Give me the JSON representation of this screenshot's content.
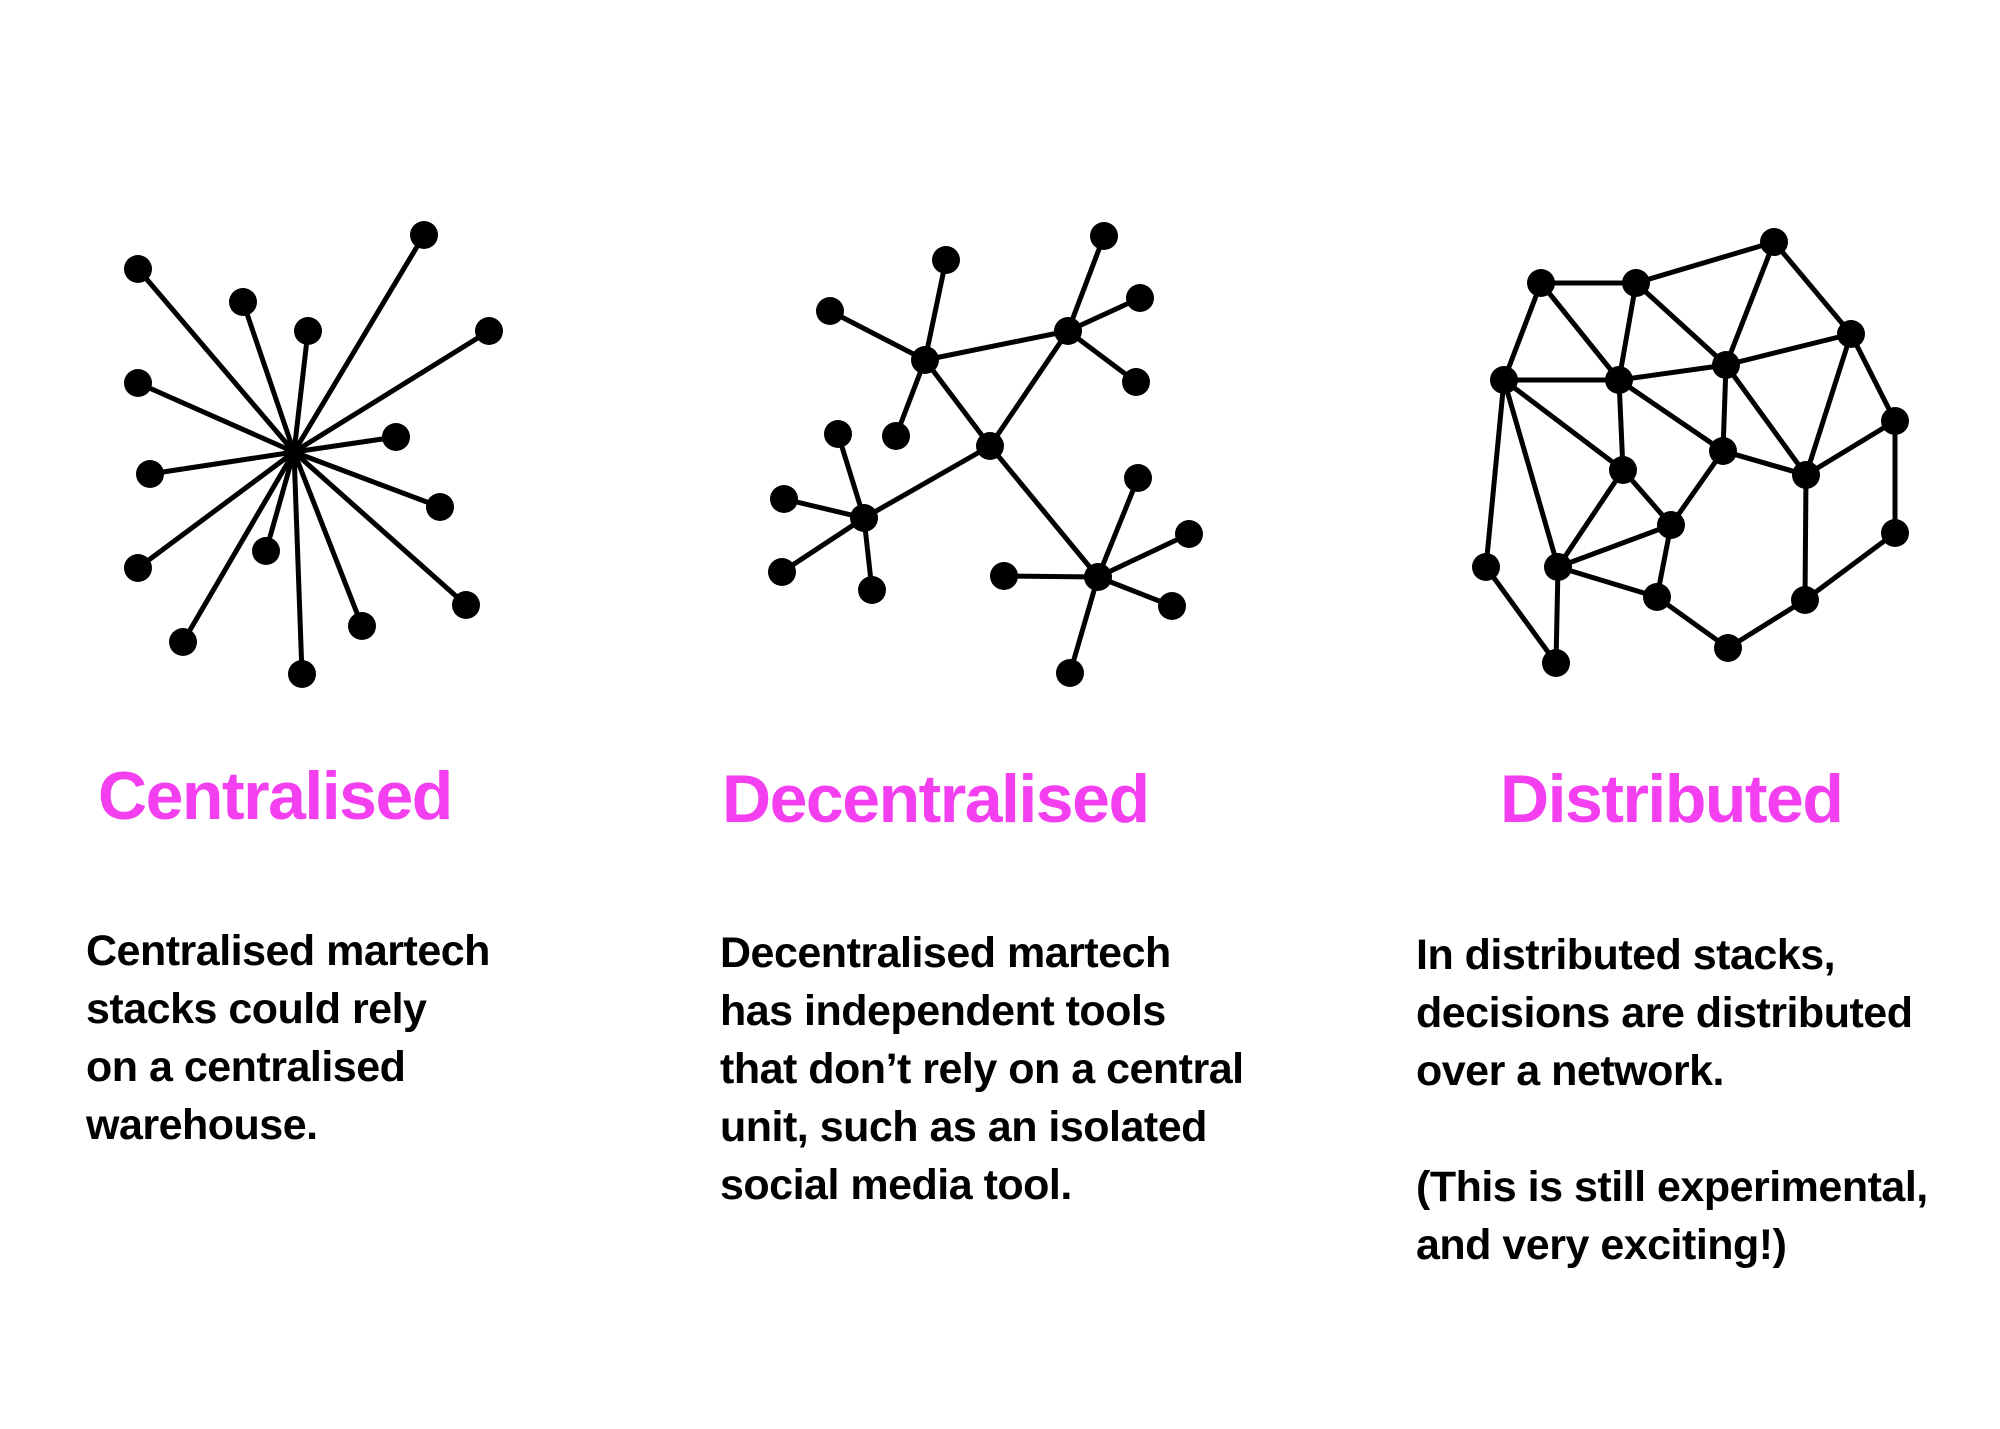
{
  "accent_color": "#f43ff0",
  "columns": [
    {
      "id": "centralised",
      "title": "Centralised",
      "description_lines": [
        "Centralised martech",
        "stacks could rely",
        "on a centralised",
        "warehouse."
      ]
    },
    {
      "id": "decentralised",
      "title": "Decentralised",
      "description_lines": [
        "Decentralised martech",
        "has independent tools",
        "that don’t rely on a central",
        "unit, such as an isolated",
        "social media tool."
      ]
    },
    {
      "id": "distributed",
      "title": "Distributed",
      "description_lines": [
        "In distributed stacks,",
        "decisions are distributed",
        "over a network."
      ],
      "note_lines": [
        "(This is still experimental,",
        "and very exciting!)"
      ]
    }
  ]
}
